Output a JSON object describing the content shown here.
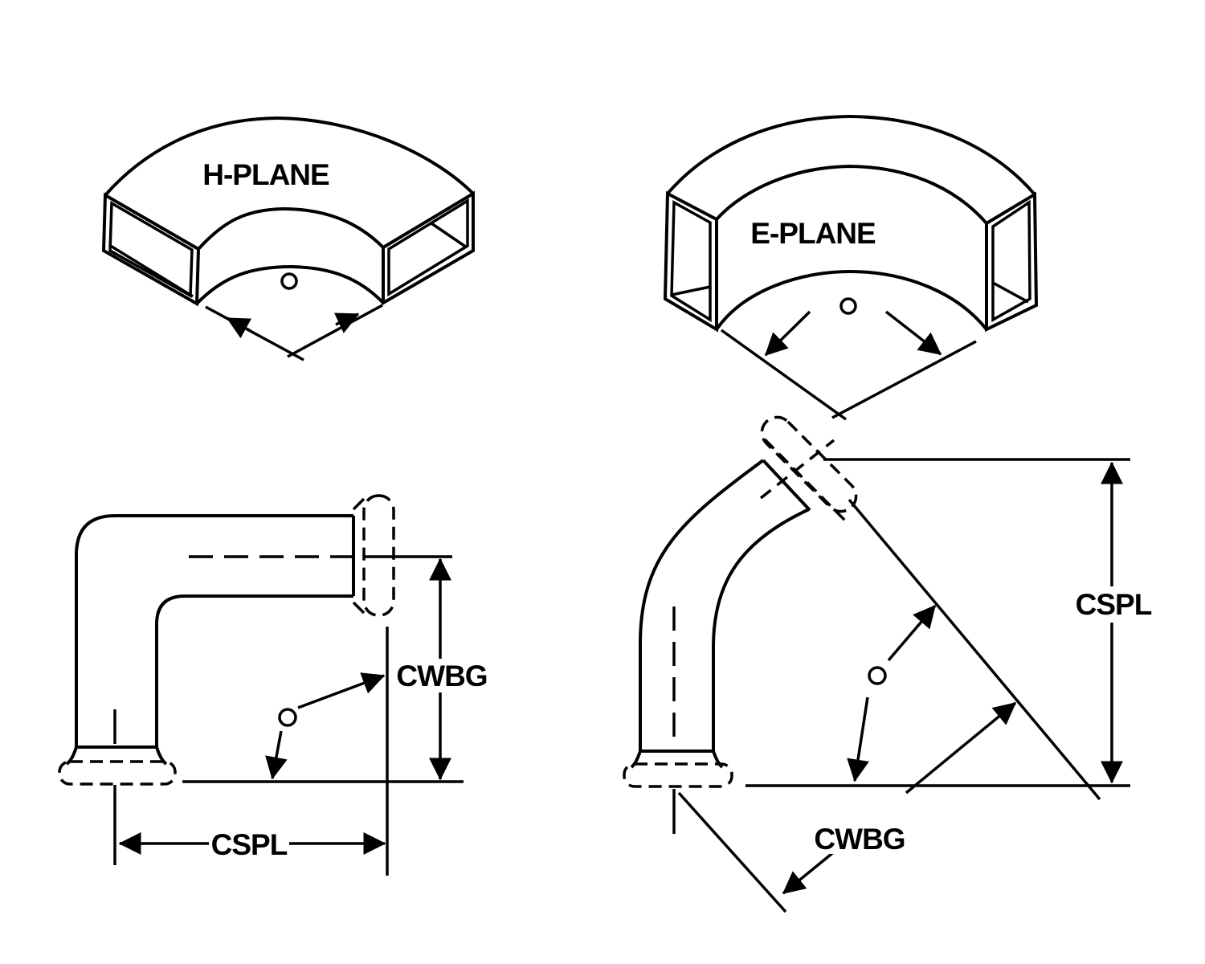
{
  "page": {
    "background_color": "#ffffff",
    "line_color": "#000000",
    "description_labels_visible": [
      "H-PLANE",
      "E-PLANE",
      "CWBG",
      "CSPL"
    ]
  },
  "views": {
    "h_plane_bend": {
      "label": "H-PLANE"
    },
    "e_plane_bend": {
      "label": "E-PLANE"
    },
    "elbow_side_view": {
      "height_dim_label": "CWBG",
      "length_dim_label": "CSPL"
    },
    "elbow_oblique_view": {
      "height_dim_label": "CSPL",
      "diagonal_dim_label": "CWBG"
    }
  }
}
